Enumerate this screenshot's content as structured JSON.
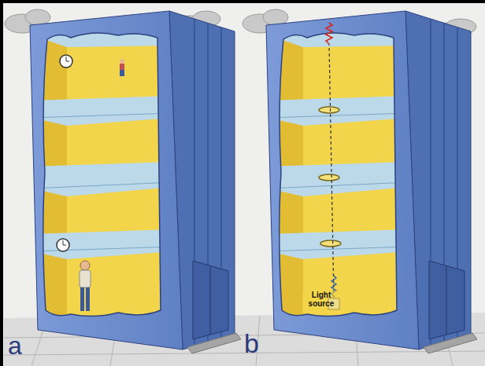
{
  "diagram": {
    "labels": [
      "a",
      "b",
      "Light source"
    ]
  }
}
